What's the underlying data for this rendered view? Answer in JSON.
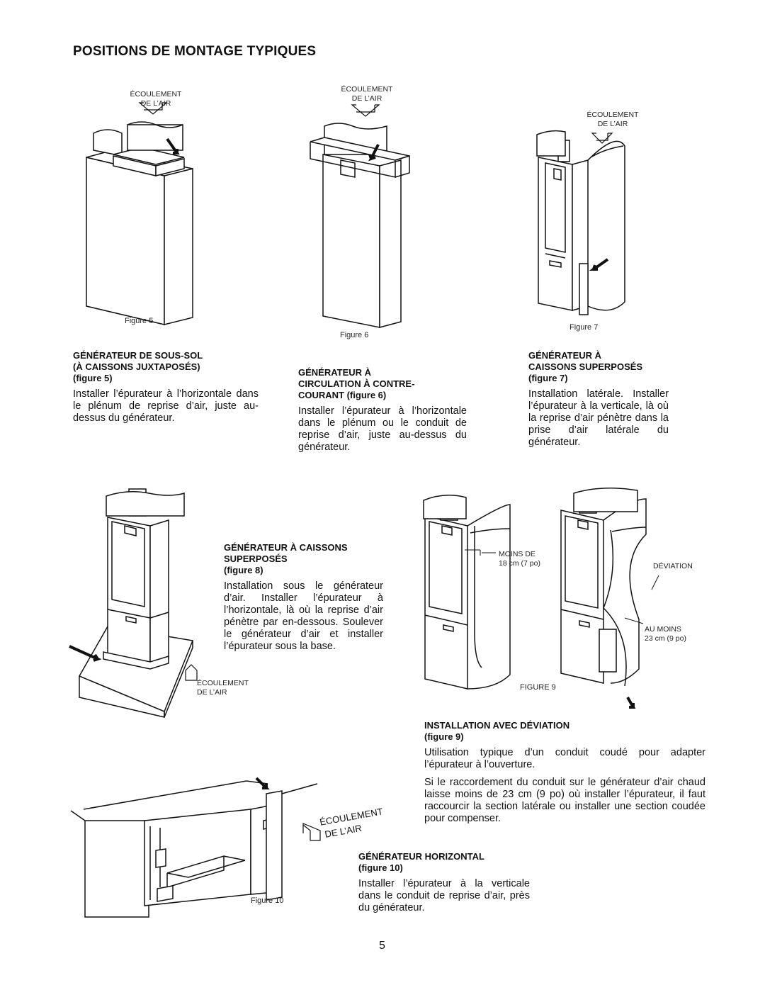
{
  "page_title": "POSITIONS DE MONTAGE TYPIQUES",
  "airflow_label": {
    "line1": "ÉCOULEMENT",
    "line2": "DE L’AIR"
  },
  "fig5": {
    "caption": "Figure 5",
    "heading": [
      "GÉNÉRATEUR DE SOUS-SOL",
      "(À CAISSONS JUXTAPOSÉS)",
      "(figure 5)"
    ],
    "body": "Installer l’épurateur à l’horizontale dans le plénum de reprise d’air, juste au-dessus du générateur."
  },
  "fig6": {
    "caption": "Figure 6",
    "heading": [
      "GÉNÉRATEUR À",
      "CIRCULATION À CONTRE-",
      "COURANT (figure 6)"
    ],
    "body": "Installer l’épurateur à l’horizontale dans le plénum ou le conduit de reprise d’air, juste au-dessus du générateur."
  },
  "fig7": {
    "caption": "Figure 7",
    "heading": [
      "GÉNÉRATEUR À",
      "CAISSONS SUPERPOSÉS",
      "(figure 7)"
    ],
    "body": "Installation latérale. Installer l’épurateur à la verticale, là où la reprise d’air pénètre dans la prise d’air latérale du générateur."
  },
  "fig8": {
    "heading": [
      "GÉNÉRATEUR À CAISSONS",
      "SUPERPOSÉS",
      "(figure 8)"
    ],
    "body": "Installation sous le générateur d’air. Installer l’épurateur à l’horizontale, là où la reprise d’air pénètre par en-dessous. Soulever le générateur d’air et installer l’épurateur sous la base."
  },
  "fig9": {
    "caption": "FIGURE 9",
    "label_moins": [
      "MOINS DE",
      "18 cm (7 po)"
    ],
    "label_deviation": "DÉVIATION",
    "label_au_moins": [
      "AU MOINS",
      "23 cm (9 po)"
    ],
    "heading": [
      "INSTALLATION AVEC DÉVIATION",
      "(figure 9)"
    ],
    "body1": "Utilisation typique d’un conduit coudé pour adapter l’épurateur à l’ouverture.",
    "body2": "Si le raccordement du conduit sur le générateur d’air chaud laisse moins de 23 cm (9 po) où installer l’épurateur, il faut raccourcir la section latérale ou installer une section coudée pour compenser."
  },
  "fig10": {
    "caption": "Figure 10",
    "heading": [
      "GÉNÉRATEUR HORIZONTAL",
      "(figure 10)"
    ],
    "body": "Installer l’épurateur à la verticale dans le conduit de reprise d’air, près du générateur."
  },
  "page_number": "5"
}
